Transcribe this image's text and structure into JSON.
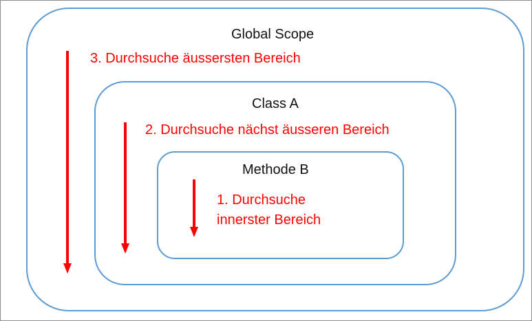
{
  "scopes": {
    "global": {
      "label": "Global Scope"
    },
    "class": {
      "label": "Class A"
    },
    "method": {
      "label": "Methode B"
    }
  },
  "steps": {
    "step3": "3. Durchsuche  äussersten Bereich",
    "step2": "2. Durchsuche  nächst äusseren Bereich",
    "step1_line1": "1. Durchsuche",
    "step1_line2": "innerster Bereich"
  },
  "colors": {
    "scope_border": "#5b9bd5",
    "arrow": "#ff0000",
    "step_text": "#ff0000",
    "scope_text": "#111111"
  }
}
